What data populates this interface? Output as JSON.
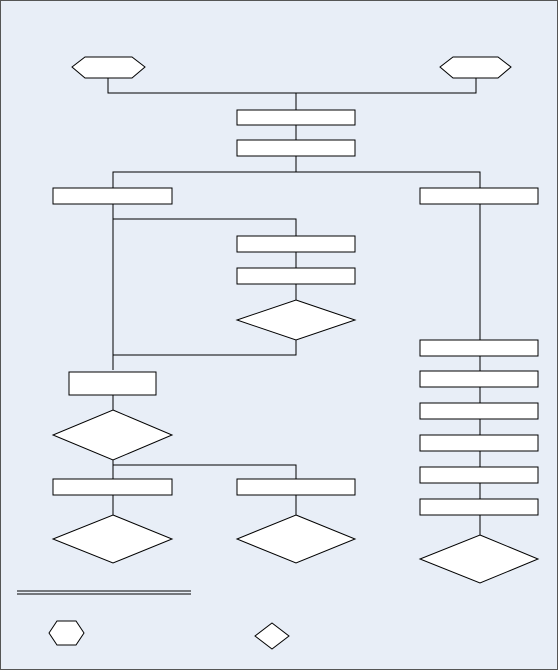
{
  "diagram": {
    "nodes": [
      {
        "id": "start-left",
        "shape": "hexagon",
        "label": ""
      },
      {
        "id": "start-right",
        "shape": "hexagon",
        "label": ""
      },
      {
        "id": "proc-top-1",
        "shape": "rectangle",
        "label": ""
      },
      {
        "id": "proc-top-2",
        "shape": "rectangle",
        "label": ""
      },
      {
        "id": "left-branch",
        "shape": "rectangle",
        "label": ""
      },
      {
        "id": "right-branch",
        "shape": "rectangle",
        "label": ""
      },
      {
        "id": "mid-proc-1",
        "shape": "rectangle",
        "label": ""
      },
      {
        "id": "mid-proc-2",
        "shape": "rectangle",
        "label": ""
      },
      {
        "id": "mid-decision",
        "shape": "diamond",
        "label": ""
      },
      {
        "id": "left-proc-small",
        "shape": "rectangle",
        "label": ""
      },
      {
        "id": "left-decision",
        "shape": "diamond",
        "label": ""
      },
      {
        "id": "bottom-left-proc",
        "shape": "rectangle",
        "label": ""
      },
      {
        "id": "bottom-mid-proc",
        "shape": "rectangle",
        "label": ""
      },
      {
        "id": "bottom-left-decision",
        "shape": "diamond",
        "label": ""
      },
      {
        "id": "bottom-mid-decision",
        "shape": "diamond",
        "label": ""
      },
      {
        "id": "right-proc-1",
        "shape": "rectangle",
        "label": ""
      },
      {
        "id": "right-proc-2",
        "shape": "rectangle",
        "label": ""
      },
      {
        "id": "right-proc-3",
        "shape": "rectangle",
        "label": ""
      },
      {
        "id": "right-proc-4",
        "shape": "rectangle",
        "label": ""
      },
      {
        "id": "right-proc-5",
        "shape": "rectangle",
        "label": ""
      },
      {
        "id": "right-proc-6",
        "shape": "rectangle",
        "label": ""
      },
      {
        "id": "right-decision",
        "shape": "diamond",
        "label": ""
      }
    ],
    "legend": {
      "hexagon_label": "",
      "diamond_label": ""
    }
  }
}
